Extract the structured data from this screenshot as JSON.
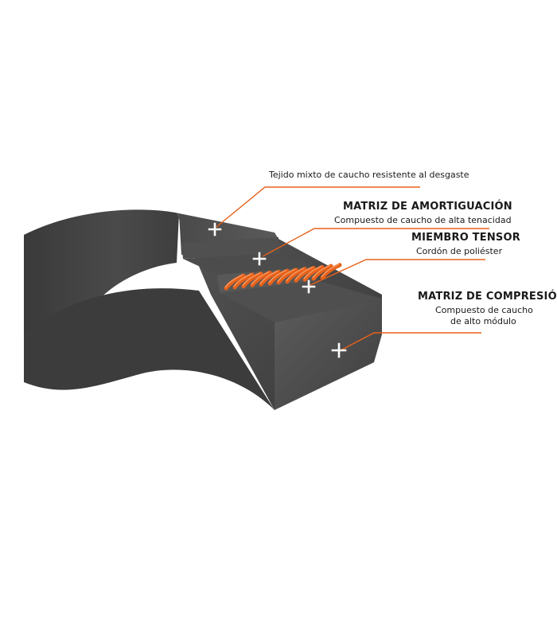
{
  "callouts": {
    "wear_fabric": {
      "description": "Tejido mixto de caucho resistente al desgaste"
    },
    "cushion": {
      "title": "MATRIZ DE AMORTIGUACIÓN",
      "description": "Compuesto de caucho de alta tenacidad"
    },
    "tensile": {
      "title": "MIEMBRO TENSOR",
      "description": "Cordón de poliéster"
    },
    "compression": {
      "title": "MATRIZ DE COMPRESIÓN",
      "description_line1": "Compuesto de caucho",
      "description_line2": "de alto módulo"
    }
  },
  "colors": {
    "belt_dark": "#3a3a3a",
    "belt_mid": "#4a4a4a",
    "belt_light": "#5a5a5a",
    "cord_orange": "#e8611a",
    "leader_orange": "#e8611a",
    "marker_white": "#ffffff"
  },
  "icons": {
    "marker": "plus-icon"
  }
}
